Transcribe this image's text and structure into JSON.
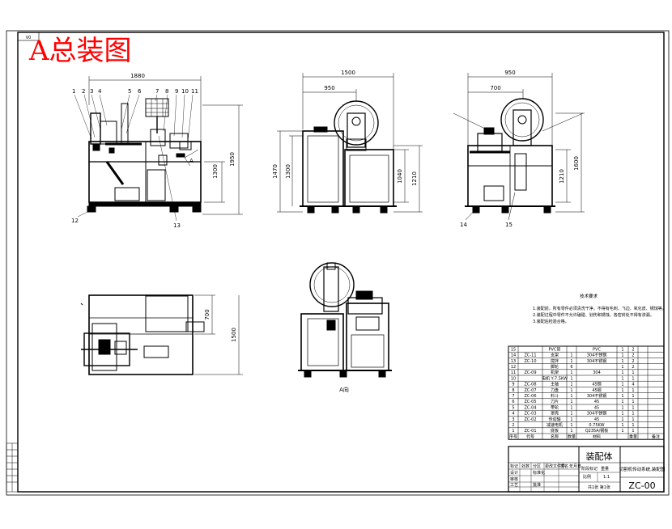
{
  "drawing": {
    "title": "A总装图",
    "sheet_tag": "V0",
    "view_label_a": "A向",
    "arrow_label": "A"
  },
  "front_view": {
    "width_dim": "1880",
    "height_outer": "1950",
    "height_inner": "1300",
    "callouts": [
      "1",
      "2",
      "3",
      "4",
      "5",
      "6",
      "7",
      "8",
      "9",
      "10",
      "11",
      "12",
      "13"
    ]
  },
  "side_view": {
    "width_outer": "1500",
    "width_inner": "950",
    "left_dims": [
      "1470",
      "1300"
    ],
    "right_dims": [
      "1040",
      "1210"
    ]
  },
  "right_view": {
    "width_outer": "950",
    "width_inner": "700",
    "right_dims": [
      "1210",
      "1600"
    ],
    "callouts": [
      "14",
      "15"
    ]
  },
  "top_view": {
    "dim_short": "700",
    "dim_long": "1500"
  },
  "tech_notes": {
    "heading": "技术要求",
    "lines": [
      "1.装配前，所有零件必须清洗干净，不得有毛刺、飞边、氧化皮、锈蚀等。",
      "2.装配过程中零件不允许磕碰、划伤和锈蚀，各密封处不得有渗漏。",
      "3.装配后检验合格。"
    ]
  },
  "bom": {
    "rows": [
      {
        "no": "15",
        "code": "",
        "name": "PVC管",
        "qty": "",
        "mat": "PVC",
        "a": "1",
        "b": "2"
      },
      {
        "no": "14",
        "code": "ZC-11",
        "name": "支架",
        "qty": "1",
        "mat": "304不锈钢",
        "a": "1",
        "b": "2"
      },
      {
        "no": "13",
        "code": "ZC-10",
        "name": "搅拌",
        "qty": "1",
        "mat": "304不锈钢",
        "a": "1",
        "b": "2"
      },
      {
        "no": "12",
        "code": "",
        "name": "脚轮",
        "qty": "6",
        "mat": "",
        "a": "1",
        "b": "2"
      },
      {
        "no": "11",
        "code": "ZC-09",
        "name": "机架",
        "qty": "1",
        "mat": "304",
        "a": "1",
        "b": "1"
      },
      {
        "no": "10",
        "code": "",
        "name": "电机 Y-7.5KW",
        "qty": "1",
        "mat": "",
        "a": "1",
        "b": "1"
      },
      {
        "no": "9",
        "code": "ZC-08",
        "name": "主轴",
        "qty": "1",
        "mat": "45钢",
        "a": "1",
        "b": "4"
      },
      {
        "no": "8",
        "code": "ZC-07",
        "name": "刀盘",
        "qty": "1",
        "mat": "45钢",
        "a": "1",
        "b": "1"
      },
      {
        "no": "7",
        "code": "ZC-06",
        "name": "料斗",
        "qty": "1",
        "mat": "304不锈钢",
        "a": "1",
        "b": "1"
      },
      {
        "no": "6",
        "code": "ZC-05",
        "name": "刀片",
        "qty": "1",
        "mat": "45",
        "a": "1",
        "b": "1"
      },
      {
        "no": "5",
        "code": "ZC-04",
        "name": "带轮",
        "qty": "1",
        "mat": "45",
        "a": "1",
        "b": "1"
      },
      {
        "no": "4",
        "code": "ZC-03",
        "name": "罩壳",
        "qty": "1",
        "mat": "304不锈钢",
        "a": "1",
        "b": "1"
      },
      {
        "no": "3",
        "code": "ZC-02",
        "name": "传动轴",
        "qty": "1",
        "mat": "45",
        "a": "1",
        "b": "1"
      },
      {
        "no": "2",
        "code": "",
        "name": "减速电机",
        "qty": "1",
        "mat": "0.75KW",
        "a": "1",
        "b": "1"
      },
      {
        "no": "1",
        "code": "ZC-01",
        "name": "底板",
        "qty": "1",
        "mat": "Q235A/钢板",
        "a": "1",
        "b": "1"
      }
    ],
    "header": {
      "no": "序号",
      "code": "代号",
      "name": "名称",
      "qty": "数量",
      "mat": "材料",
      "weight": "重量",
      "note": "备注"
    }
  },
  "title_block": {
    "drawing_name": "装配体",
    "part_desc": "切割机传动系统,装配图",
    "drawing_no": "ZC-00",
    "scale_label": "比例",
    "scale": "1:1",
    "sheet_info": "共1张 第1张",
    "labels": [
      "标记",
      "处数",
      "分区",
      "更改文件号",
      "签名",
      "年月日",
      "设计",
      "标准化",
      "审核",
      "工艺",
      "批准",
      "阶段标记",
      "重量"
    ]
  },
  "colors": {
    "line": "#000000",
    "title": "#ff0000",
    "paper": "#ffffff"
  }
}
